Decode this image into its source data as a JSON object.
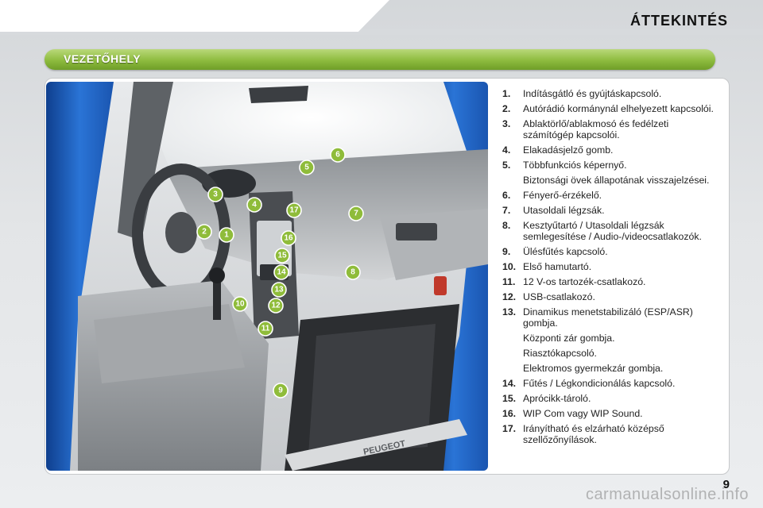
{
  "header": {
    "title": "ÁTTEKINTÉS"
  },
  "section": {
    "title": "VEZETŐHELY"
  },
  "markers": [
    "1",
    "2",
    "3",
    "4",
    "5",
    "6",
    "7",
    "8",
    "9",
    "10",
    "11",
    "12",
    "13",
    "14",
    "15",
    "16",
    "17"
  ],
  "legend": [
    {
      "num": "1.",
      "text": "Indításgátló és gyújtáskapcsoló."
    },
    {
      "num": "2.",
      "text": "Autórádió kormánynál elhelyezett kapcsolói."
    },
    {
      "num": "3.",
      "text": "Ablaktörlő/ablakmosó és fedélzeti számítógép kapcsolói."
    },
    {
      "num": "4.",
      "text": "Elakadásjelző gomb."
    },
    {
      "num": "5.",
      "text": "Többfunkciós képernyő.",
      "extra": [
        "Biztonsági övek állapotának visszajelzései."
      ]
    },
    {
      "num": "6.",
      "text": "Fényerő-érzékelő."
    },
    {
      "num": "7.",
      "text": "Utasoldali légzsák."
    },
    {
      "num": "8.",
      "text": "Kesztyűtartó / Utasoldali légzsák semlegesítése / Audio-/videocsatlakozók."
    },
    {
      "num": "9.",
      "text": "Ülésfűtés kapcsoló."
    },
    {
      "num": "10.",
      "text": "Első hamutartó."
    },
    {
      "num": "11.",
      "text": "12 V-os tartozék-csatlakozó."
    },
    {
      "num": "12.",
      "text": "USB-csatlakozó."
    },
    {
      "num": "13.",
      "text": "Dinamikus menetstabilizáló (ESP/ASR) gombja.",
      "extra": [
        "Központi zár gombja.",
        "Riasztókapcsoló.",
        "Elektromos gyermekzár gombja."
      ]
    },
    {
      "num": "14.",
      "text": "Fűtés / Légkondicionálás kapcsoló."
    },
    {
      "num": "15.",
      "text": "Aprócikk-tároló."
    },
    {
      "num": "16.",
      "text": "WIP Com vagy WIP Sound."
    },
    {
      "num": "17.",
      "text": "Irányítható és elzárható középső szellőzőnyílások."
    }
  ],
  "photo": {
    "badge_text": "PEUGEOT"
  },
  "footer": {
    "page_number": "9",
    "watermark": "carmanualsonline.info"
  },
  "colors": {
    "accent_green": "#8dbb3e",
    "car_blue": "#1f63c4",
    "marker_green": "#8fbc3a"
  }
}
